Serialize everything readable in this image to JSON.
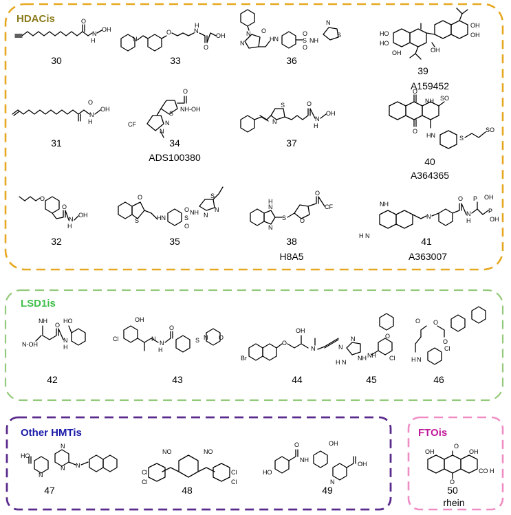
{
  "groups": {
    "hdac": {
      "title": "HDACis",
      "color": "#e6a820",
      "title_color": "#8a7a1a"
    },
    "lsd1": {
      "title": "LSD1is",
      "color": "#93c97a",
      "title_color": "#3fbf4a"
    },
    "hmt": {
      "title": "Other HMTis",
      "color": "#5a2a8c",
      "title_color": "#1a1aa8"
    },
    "fto": {
      "title": "FTOis",
      "color": "#f08cc4",
      "title_color": "#c0189a"
    }
  },
  "compounds": {
    "c30": {
      "number": "30"
    },
    "c31": {
      "number": "31"
    },
    "c32": {
      "number": "32"
    },
    "c33": {
      "number": "33"
    },
    "c34": {
      "number": "34",
      "name": "ADS100380"
    },
    "c35": {
      "number": "35"
    },
    "c36": {
      "number": "36"
    },
    "c37": {
      "number": "37"
    },
    "c38": {
      "number": "38",
      "name": "H8A5"
    },
    "c39": {
      "number": "39",
      "name": "A159452"
    },
    "c40": {
      "number": "40",
      "name": "A364365"
    },
    "c41": {
      "number": "41",
      "name": "A363007"
    },
    "c42": {
      "number": "42"
    },
    "c43": {
      "number": "43"
    },
    "c44": {
      "number": "44"
    },
    "c45": {
      "number": "45"
    },
    "c46": {
      "number": "46"
    },
    "c47": {
      "number": "47"
    },
    "c48": {
      "number": "48"
    },
    "c49": {
      "number": "49"
    },
    "c50": {
      "number": "50",
      "name": "rhein"
    }
  },
  "atoms": {
    "O": "O",
    "OH": "OH",
    "H": "H",
    "N": "N",
    "NH": "NH",
    "HN": "HN",
    "NH2": "NH",
    "N_OH": "N-OH",
    "NH_OH": "NH-OH",
    "CF3": "CF",
    "S": "S",
    "SO3H": "SO",
    "P": "P",
    "H2N": "H N",
    "HO": "HO",
    "Cl": "Cl",
    "Br": "Br",
    "CO2H": "CO H",
    "NO2": "NO",
    "OH_wedge": "OH"
  }
}
